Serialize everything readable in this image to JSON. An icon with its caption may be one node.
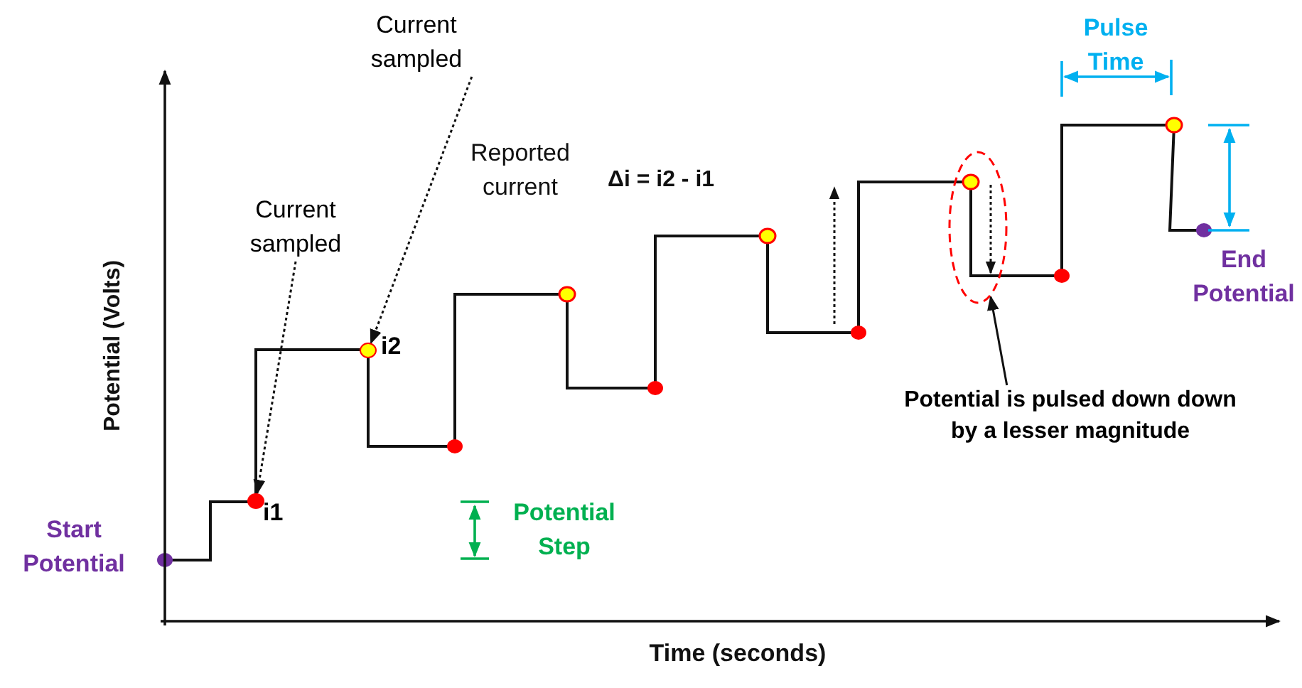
{
  "diagram": {
    "nodes": [
      {
        "text": [
          "Current sampled"
        ]
      },
      {
        "text": [
          "Current sampled"
        ]
      },
      {
        "text": [],
        "shape": "circle",
        "beside": [
          "i2"
        ]
      },
      {
        "text": [],
        "shape": "circle",
        "beside": [
          "i1"
        ]
      },
      {
        "text": [
          "Potential is pulsed down down by a lesser magnitude"
        ]
      },
      {
        "text": [],
        "shape": "ellipse"
      }
    ],
    "edges": [
      {
        "from": 0,
        "to": 2,
        "arrow": "to",
        "style": "dashed"
      },
      {
        "from": 1,
        "to": 3,
        "arrow": "to",
        "style": "dashed"
      },
      {
        "from": 4,
        "to": 5,
        "arrow": "to"
      }
    ],
    "labels": [
      "Reported current",
      "Δi = i2 - i1",
      "Pulse Time",
      "Potential Step",
      "Start Potential",
      "End Potential",
      "Potential (Volts)",
      "Time (seconds)"
    ]
  }
}
